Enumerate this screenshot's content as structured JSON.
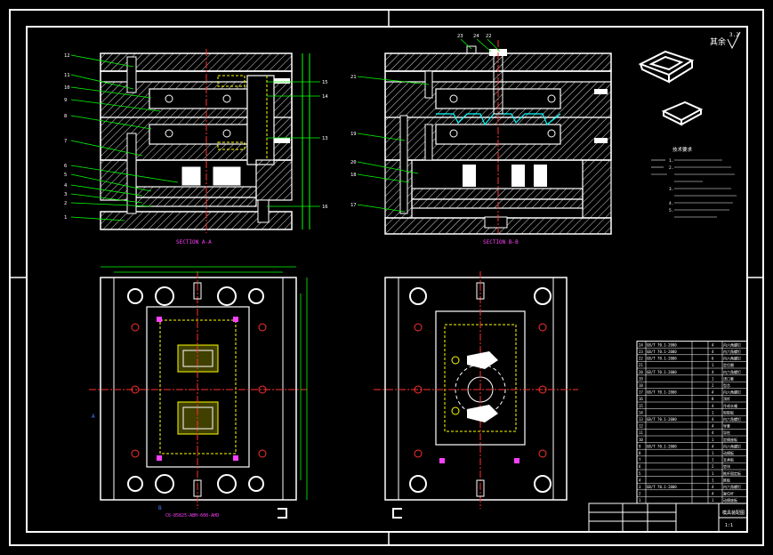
{
  "drawing": {
    "section_aa_label": "SECTION A-A",
    "section_bb_label": "SECTION B-B",
    "roughness_note": "其余",
    "roughness_value": "3.2",
    "bottom_magenta_note": "C6-85825-ABH-600-AHD",
    "view_marker_b": "B",
    "view_marker_a": "A",
    "tech_title": "技术要求",
    "tech_lines": [
      "1.",
      "2.",
      "3.",
      "4.",
      "5."
    ],
    "callouts_aa_left": [
      "12",
      "11",
      "10",
      "9",
      "8",
      "7",
      "6",
      "5",
      "4",
      "3",
      "2",
      "1"
    ],
    "callouts_aa_right": [
      "15",
      "14",
      "13",
      "16"
    ],
    "callouts_bb_left": [
      "19",
      "18",
      "17",
      "20",
      "21"
    ],
    "callouts_bb_top": [
      "23",
      "24",
      "22"
    ],
    "title_block": {
      "title": "模具装配图",
      "company": "",
      "scale": "1:1"
    },
    "bom_rows": [
      {
        "no": "24",
        "code": "GB/T 70.1-2000",
        "name": "内六角螺钉",
        "qty": "4"
      },
      {
        "no": "23",
        "code": "GB/T 70.1-2000",
        "name": "内六角螺钉",
        "qty": "4"
      },
      {
        "no": "22",
        "code": "GB/T 70.1-2000",
        "name": "内六角螺钉",
        "qty": "6"
      },
      {
        "no": "21",
        "code": "",
        "name": "定位圈",
        "qty": "1"
      },
      {
        "no": "20",
        "code": "GB/T 70.1-2000",
        "name": "内六角螺钉",
        "qty": "4"
      },
      {
        "no": "19",
        "code": "",
        "name": "浇口套",
        "qty": "1"
      },
      {
        "no": "18",
        "code": "",
        "name": "型芯",
        "qty": "2"
      },
      {
        "no": "17",
        "code": "GB/T 70.1-2000",
        "name": "内六角螺钉",
        "qty": "4"
      },
      {
        "no": "16",
        "code": "",
        "name": "顶杆",
        "qty": "8"
      },
      {
        "no": "15",
        "code": "",
        "name": "冷却水嘴",
        "qty": "4"
      },
      {
        "no": "14",
        "code": "",
        "name": "型腔板",
        "qty": "1"
      },
      {
        "no": "13",
        "code": "GB/T 70.1-2000",
        "name": "内六角螺钉",
        "qty": "4"
      },
      {
        "no": "12",
        "code": "",
        "name": "导套",
        "qty": "4"
      },
      {
        "no": "11",
        "code": "",
        "name": "导柱",
        "qty": "4"
      },
      {
        "no": "10",
        "code": "",
        "name": "定模座板",
        "qty": "1"
      },
      {
        "no": "9",
        "code": "GB/T 70.1-2000",
        "name": "内六角螺钉",
        "qty": "4"
      },
      {
        "no": "8",
        "code": "",
        "name": "动模板",
        "qty": "1"
      },
      {
        "no": "7",
        "code": "",
        "name": "支承板",
        "qty": "1"
      },
      {
        "no": "6",
        "code": "",
        "name": "垫块",
        "qty": "2"
      },
      {
        "no": "5",
        "code": "",
        "name": "推杆固定板",
        "qty": "1"
      },
      {
        "no": "4",
        "code": "",
        "name": "推板",
        "qty": "1"
      },
      {
        "no": "3",
        "code": "GB/T 70.1-2000",
        "name": "内六角螺钉",
        "qty": "4"
      },
      {
        "no": "2",
        "code": "",
        "name": "复位杆",
        "qty": "4"
      },
      {
        "no": "1",
        "code": "",
        "name": "动模座板",
        "qty": "1"
      }
    ],
    "colors": {
      "line": "#ffffff",
      "center": "#ff3030",
      "dim": "#00ff00",
      "hidden": "#ffff00",
      "magenta": "#ff40ff",
      "cyan": "#00ffff",
      "hatch": "#ffffff"
    }
  }
}
